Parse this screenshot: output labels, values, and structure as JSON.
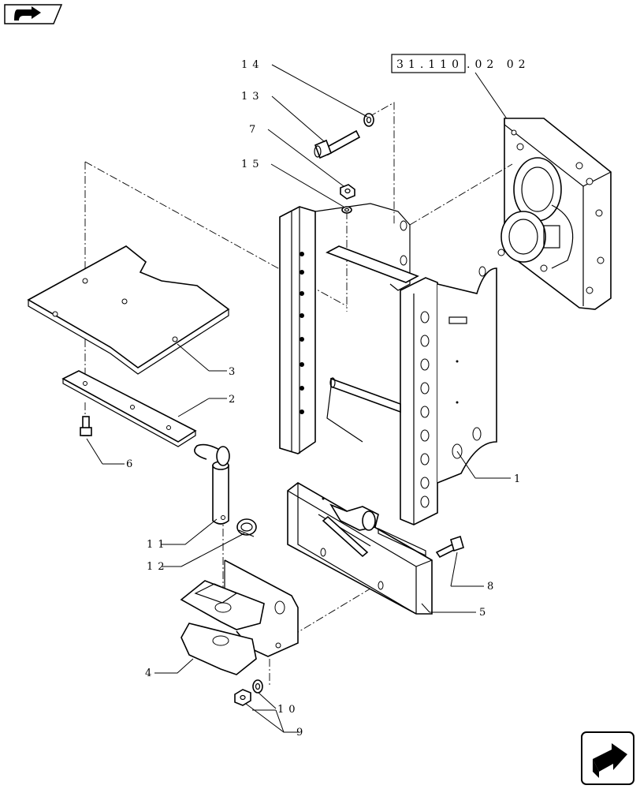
{
  "reference_box": "31.110",
  "reference_suffix": ".02  02",
  "callouts": [
    {
      "id": "c1",
      "text": "1"
    },
    {
      "id": "c2",
      "text": "2"
    },
    {
      "id": "c3",
      "text": "3"
    },
    {
      "id": "c4",
      "text": "4"
    },
    {
      "id": "c5",
      "text": "5"
    },
    {
      "id": "c6",
      "text": "6"
    },
    {
      "id": "c7",
      "text": "7"
    },
    {
      "id": "c8",
      "text": "8"
    },
    {
      "id": "c9",
      "text": "9"
    },
    {
      "id": "c10",
      "text": "10"
    },
    {
      "id": "c11",
      "text": "11"
    },
    {
      "id": "c12",
      "text": "12"
    },
    {
      "id": "c13",
      "text": "13"
    },
    {
      "id": "c14",
      "text": "14"
    },
    {
      "id": "c15",
      "text": "15"
    }
  ],
  "icons": {
    "top_left": "navigation-arrow-icon",
    "bottom_right": "next-page-arrow-icon"
  }
}
